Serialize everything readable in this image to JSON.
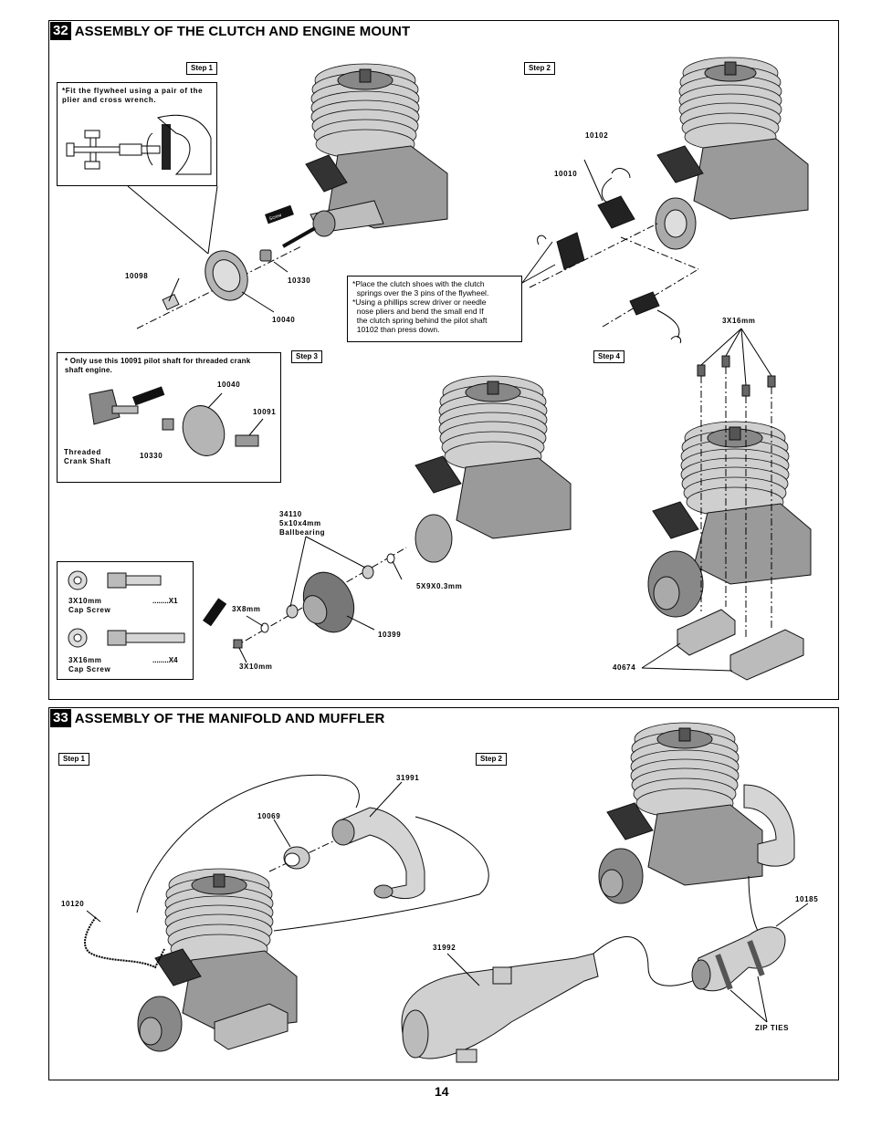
{
  "page": {
    "number": "14"
  },
  "section32": {
    "number": "32",
    "title": "ASSEMBLY OF THE CLUTCH AND ENGINE MOUNT",
    "step1": "Step 1",
    "step2": "Step 2",
    "step3": "Step 3",
    "step4": "Step 4",
    "note_flywheel": [
      "*Fit the flywheel using a pair of the",
      "  plier and cross wrench."
    ],
    "note_clutch": [
      "*Place the clutch shoes with the clutch",
      "  springs over the 3 pins of the flywheel.",
      "*Using a phillips screw driver or needle",
      "  nose pliers and bend the small end If",
      "  the clutch spring behind the pilot shaft",
      "  10102 than press down."
    ],
    "note_pilot": [
      "* Only use this 10091 pilot shaft for threaded crank",
      "   shaft engine."
    ],
    "labels": {
      "p10098": "10098",
      "p10330": "10330",
      "p10040": "10040",
      "p10102": "10102",
      "p10010": "10010",
      "screw_cement": "Screw Cement",
      "s3_10040": "10040",
      "s3_10091": "10091",
      "s3_10330": "10330",
      "threaded": [
        "Threaded",
        "Crank Shaft"
      ],
      "bearing": [
        "34110",
        "5x10x4mm",
        "Ballbearing"
      ],
      "washer": "5X9X0.3mm",
      "p10399": "10399",
      "s3x8": "3X8mm",
      "s3x10": "3X10mm",
      "s3x16": "3X16mm",
      "p40674": "40674"
    },
    "parts_legend": [
      {
        "name": [
          "3X10mm",
          "Cap Screw"
        ],
        "qty": "........X1"
      },
      {
        "name": [
          "3X16mm",
          "Cap Screw"
        ],
        "qty": "........X4"
      }
    ]
  },
  "section33": {
    "number": "33",
    "title": "ASSEMBLY OF THE MANIFOLD AND MUFFLER",
    "step1": "Step 1",
    "step2": "Step 2",
    "labels": {
      "p31991": "31991",
      "p10069": "10069",
      "p10120": "10120",
      "p31992": "31992",
      "p10185": "10185",
      "zip": "ZIP TIES"
    }
  }
}
